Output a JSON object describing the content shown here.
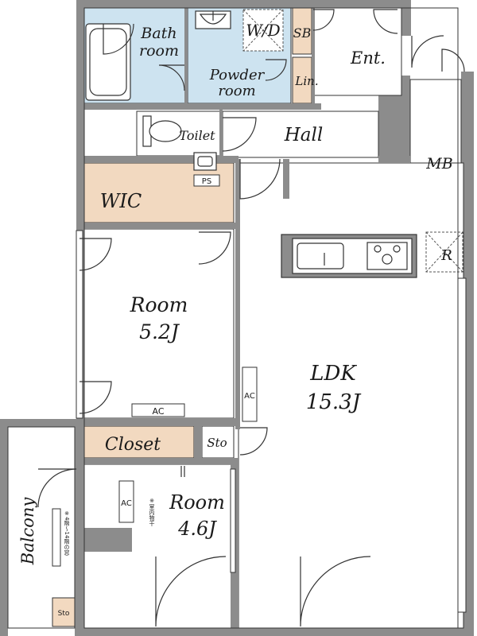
{
  "floorplan": {
    "rooms": {
      "bath": {
        "line1": "Bath",
        "line2": "room"
      },
      "wd": "W/D",
      "sb": "SB",
      "entrance": "Ent.",
      "powder": {
        "line1": "Powder",
        "line2": "room"
      },
      "linen": "Lin.",
      "toilet": "Toilet",
      "hall": "Hall",
      "mb": "MB",
      "ps": "PS",
      "wic": "WIC",
      "fridge": "R",
      "room1": {
        "name": "Room",
        "size": "5.2J"
      },
      "ac1": "AC",
      "ac_ldk": "AC",
      "ldk": {
        "name": "LDK",
        "size": "15.3J"
      },
      "closet": "Closet",
      "storage": "Sto",
      "room2": {
        "name": "Room",
        "size": "4.6J"
      },
      "ac2": "AC",
      "indoor_drying": "※室内物干",
      "balcony": "Balcony",
      "window_note": "※4階～14階の窓",
      "balcony_storage": "Sto"
    },
    "colors": {
      "wall": "#8c8c8c",
      "wet_area": "#cde3f0",
      "storage": "#f2d9c0",
      "floor": "#ffffff",
      "outline": "#333333"
    }
  }
}
